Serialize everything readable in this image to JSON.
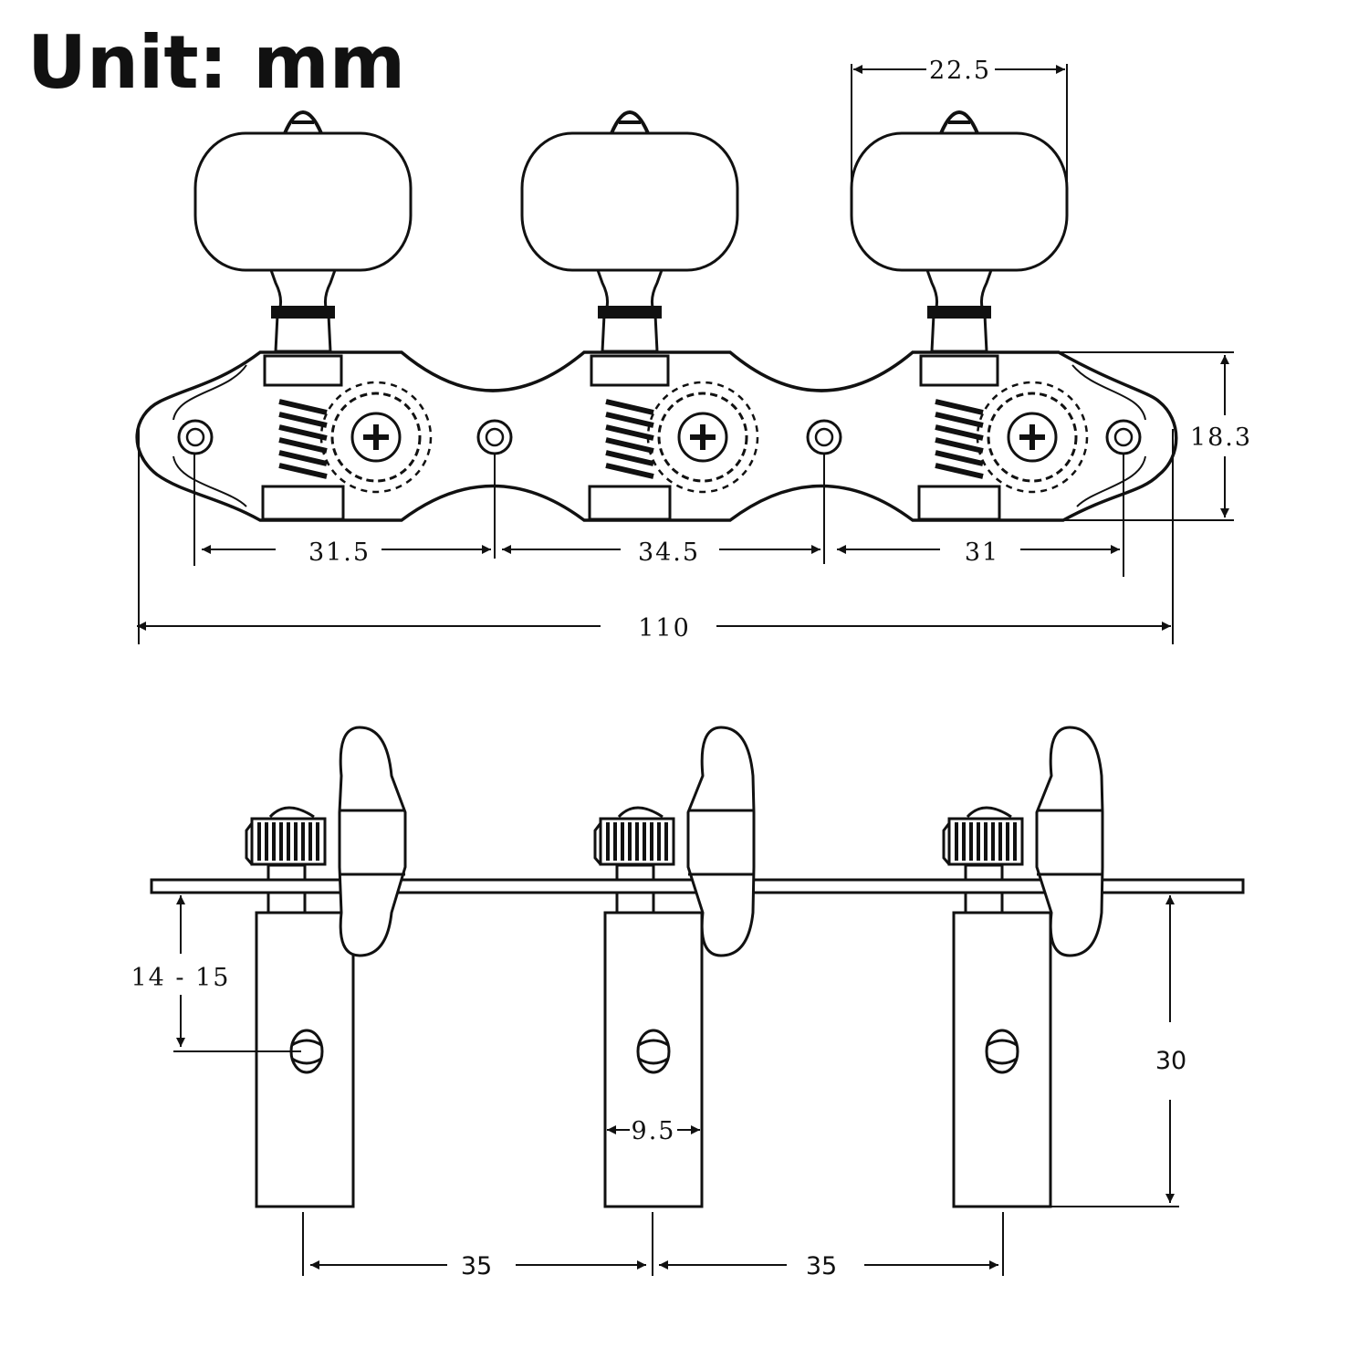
{
  "title": "Unit: mm",
  "colors": {
    "ink": "#111111",
    "background": "#ffffff"
  },
  "dimensions": {
    "knob_width": "22.5",
    "plate_height": "18.3",
    "hole_spacing_1": "31.5",
    "hole_spacing_2": "34.5",
    "hole_spacing_3": "31",
    "overall_length": "110",
    "post_to_plate_offset": "14 - 15",
    "roller_length": "30",
    "roller_width": "9.5",
    "roller_spacing_1": "35",
    "roller_spacing_2": "35"
  }
}
